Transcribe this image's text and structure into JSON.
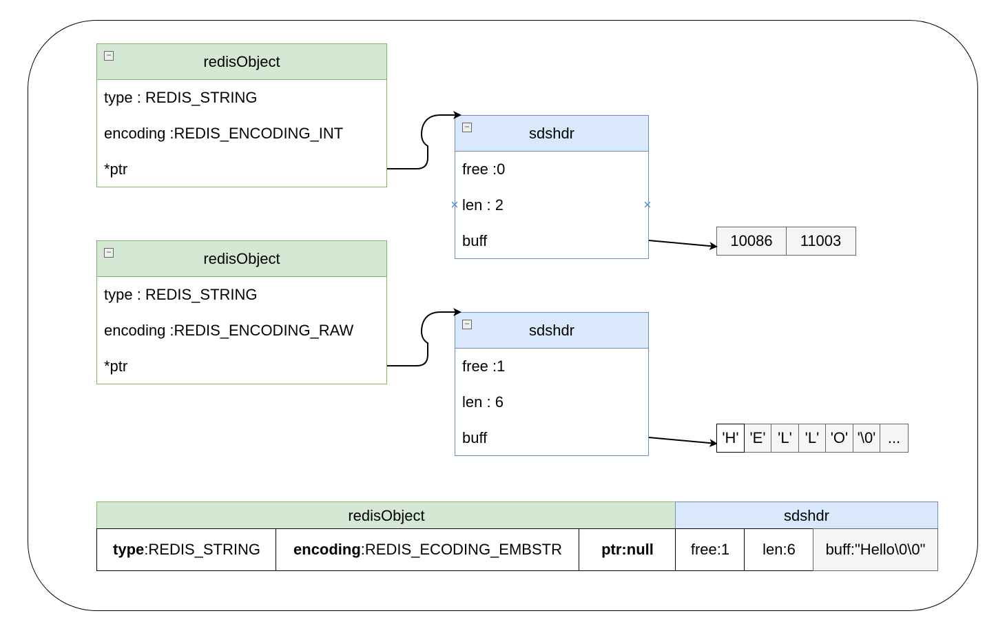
{
  "redis_objects": [
    {
      "title": "redisObject",
      "rows": [
        "type : REDIS_STRING",
        "encoding :REDIS_ENCODING_INT",
        "*ptr"
      ]
    },
    {
      "title": "redisObject",
      "rows": [
        "type : REDIS_STRING",
        "encoding :REDIS_ENCODING_RAW",
        "*ptr"
      ]
    }
  ],
  "sdshdrs": [
    {
      "title": "sdshdr",
      "rows": [
        "free :0",
        "len : 2",
        "buff"
      ]
    },
    {
      "title": "sdshdr",
      "rows": [
        "free :1",
        "len : 6",
        "buff"
      ]
    }
  ],
  "int_buffer": [
    "10086",
    "11003"
  ],
  "char_buffer": [
    "'H'",
    "'E'",
    "'L'",
    "'L'",
    "'O'",
    "'\\0'",
    "..."
  ],
  "embstr_table": {
    "redis_object_header": "redisObject",
    "sdshdr_header": "sdshdr",
    "type_key": "type",
    "type_value": ":REDIS_STRING",
    "encoding_key": "encoding",
    "encoding_value": ":REDIS_ECODING_EMBSTR",
    "ptr": "ptr:null",
    "free": "free:1",
    "len": "len:6",
    "buff": "buff:\"Hello\\0\\0\""
  },
  "colors": {
    "green_fill": "#d5e8d4",
    "green_stroke": "#82b366",
    "blue_fill": "#dae8fc",
    "blue_stroke": "#6c8ebf",
    "cell_fill": "#f5f5f5",
    "cell_stroke": "#666666"
  }
}
